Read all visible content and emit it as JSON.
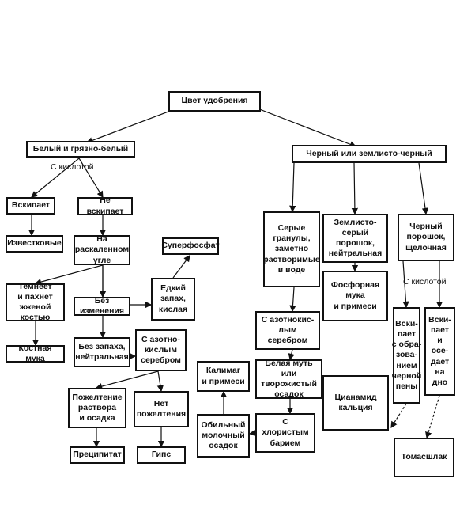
{
  "nodes": {
    "root": "Цвет удобрения",
    "white": "Белый и грязно-белый",
    "black": "Черный или землисто-черный",
    "effervesces": "Вскипает",
    "no_effervesce": "Не вскипает",
    "limestone": "Известковые",
    "hot_coal": "На раскаленном\nугле",
    "superphosphate": "Суперфосфат",
    "darkens": "Темнеет\nи пахнет\nжженой костью",
    "no_change": "Без изменения",
    "pungent": "Едкий\nзапах,\nкислая",
    "bone_meal": "Костная мука",
    "no_smell": "Без запаха,\nнейтральная",
    "with_silver_nitrate_1": "С азотно-\nкислым\nсеребром",
    "yellowing": "Пожелтение\nраствора\nи осадка",
    "no_yellowing": "Нет\nпожелтения",
    "precipitate": "Преципитат",
    "gypsum": "Гипс",
    "grey_granules": "Серые\nгранулы,\nзаметно\nрастворимые\nв воде",
    "earthy_grey": "Землисто-серый\nпорошок,\nнейтральная",
    "black_powder": "Черный\nпорошок,\nщелочная",
    "with_silver_nitrate_2": "С азотнокис-\nлым серебром",
    "phosphate_flour": "Фосфорная\nмука\nи примеси",
    "white_turbidity": "Белая муть или\nтворожистый\nосадок",
    "kalimag": "Калимаг\nи примеси",
    "cyanamide": "Цианамид\nкальция",
    "milky_precipitate": "Обильный\nмолочный\nосадок",
    "with_barium_chloride": "С хлористым\nбарием",
    "eff_black_foam": "Вски-\nпает\nс обра-\nзова-\nнием\nчерной\nпены",
    "eff_settles": "Вски-\nпает\nи осе-\nдает\nна\nдно",
    "thomas_slag": "Томасшлак"
  },
  "labels": {
    "with_acid_1": "С кислотой",
    "with_acid_2": "С кислотой"
  }
}
